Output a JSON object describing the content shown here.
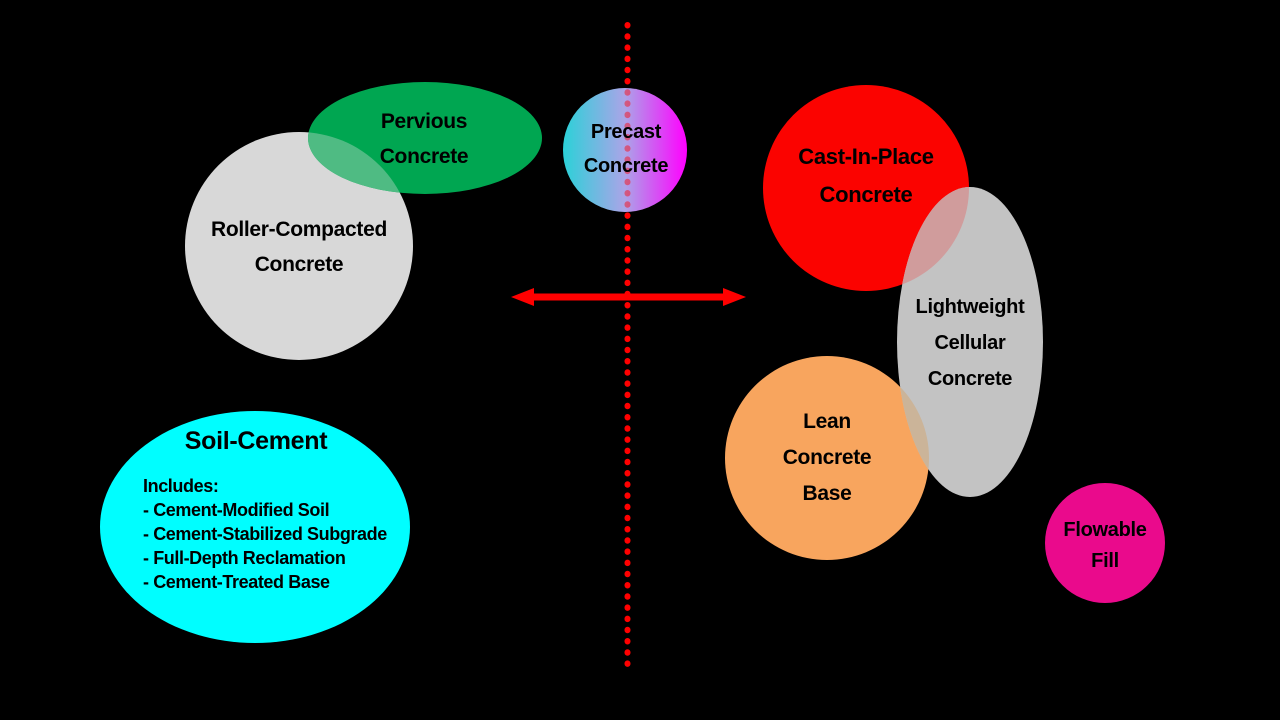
{
  "canvas": {
    "background": "#000000"
  },
  "axes": {
    "vertical_dotted_line_color": "#FF0000",
    "horizontal_arrow_color": "#FF0000"
  },
  "bubbles": {
    "pervious": {
      "label": "Pervious\nConcrete",
      "fill": "#00A651"
    },
    "roller_compacted": {
      "label": "Roller-Compacted\nConcrete",
      "fill": "#D8D8D8"
    },
    "precast": {
      "label": "Precast\nConcrete",
      "gradient_left": "#2BD1D8",
      "gradient_mid": "#ABA4E8",
      "gradient_right": "#FF00FF"
    },
    "cast_in_place": {
      "label": "Cast-In-Place\nConcrete",
      "fill": "#FB0300"
    },
    "lightweight_cellular": {
      "label": "Lightweight\nCellular\nConcrete",
      "fill": "#C3C3C3"
    },
    "lean_concrete_base": {
      "label": "Lean\nConcrete\nBase",
      "fill": "#F8A55E"
    },
    "flowable_fill": {
      "label": "Flowable\nFill",
      "fill": "#EA0A8C"
    },
    "soil_cement": {
      "title": "Soil-Cement",
      "details": "Includes:\n- Cement-Modified Soil\n- Cement-Stabilized Subgrade\n- Full-Depth Reclamation\n- Cement-Treated Base",
      "fill": "#00FEFF"
    }
  },
  "overlap_colors": {
    "pervious_roller": "#4FBB83",
    "lightweight_cast": "#D09C9C",
    "lightweight_lean": "#CBB499"
  }
}
